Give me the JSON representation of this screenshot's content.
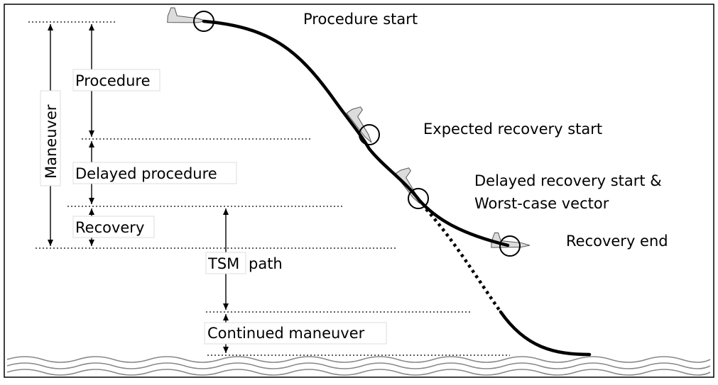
{
  "labels": {
    "maneuver": "Maneuver",
    "procedure": "Procedure",
    "delayed_procedure": "Delayed procedure",
    "recovery": "Recovery",
    "tsm_path_a": "TSM",
    "tsm_path_b": "path",
    "continued_maneuver": "Continued maneuver",
    "procedure_start": "Procedure start",
    "expected_recovery_start": "Expected recovery start",
    "delayed_recovery_start_line1": "Delayed recovery start &",
    "delayed_recovery_start_line2": "Worst-case vector",
    "recovery_end": "Recovery end"
  },
  "colors": {
    "line": "#000000",
    "water": "#888888",
    "aircraft_fill": "#dcdcdc",
    "frame": "#000000"
  }
}
